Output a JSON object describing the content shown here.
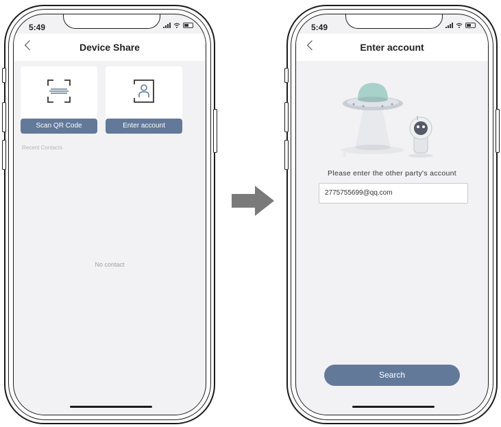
{
  "left_screen": {
    "status_time": "5:49",
    "title": "Device Share",
    "cards": [
      {
        "label": "Scan QR Code",
        "icon": "qr-scan-icon"
      },
      {
        "label": "Enter account",
        "icon": "account-icon"
      }
    ],
    "recent_contacts_label": "Recent Contacts",
    "empty_text": "No contact"
  },
  "right_screen": {
    "status_time": "5:49",
    "title": "Enter account",
    "prompt": "Please enter the other party's account",
    "account_value": "2775755699@qq.com",
    "search_label": "Search",
    "illustration": "ufo-robot-illustration"
  },
  "colors": {
    "accent": "#62799a",
    "screen_bg": "#f2f2f4",
    "arrow": "#7a7a7a"
  }
}
